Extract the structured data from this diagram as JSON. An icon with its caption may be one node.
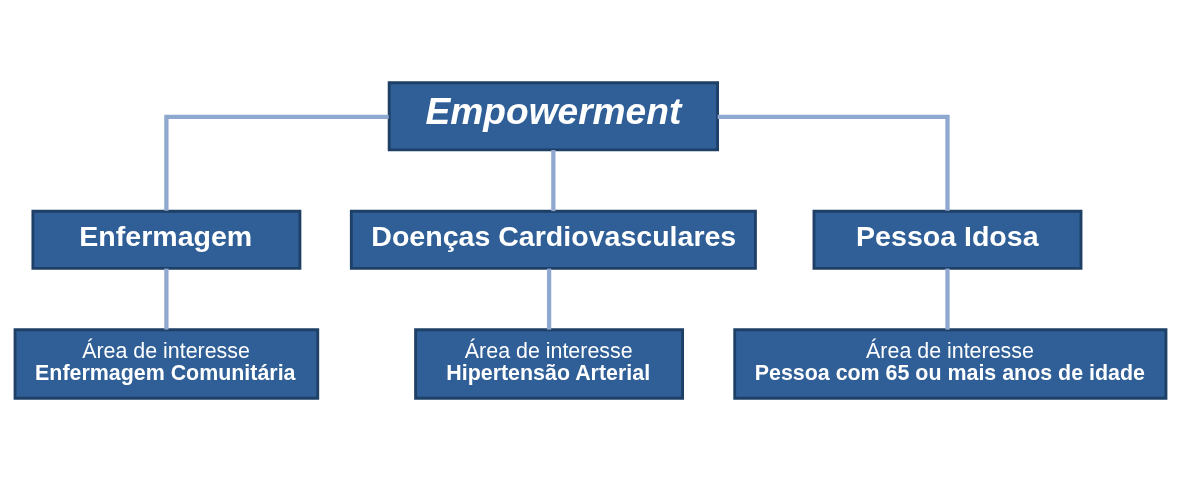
{
  "diagram": {
    "nodes": [
      {
        "text": [
          "Empowerment"
        ]
      },
      {
        "text": [
          "Enfermagem"
        ]
      },
      {
        "text": [
          "Doenças Cardiovasculares"
        ]
      },
      {
        "text": [
          "Pessoa Idosa"
        ]
      },
      {
        "text": [
          "Área de interesse",
          "Enfermagem Comunitária"
        ]
      },
      {
        "text": [
          "Área de interesse",
          "Hipertensão Arterial"
        ]
      },
      {
        "text": [
          "Área de interesse",
          "Pessoa com 65 ou mais anos de idade"
        ]
      }
    ],
    "edges": [
      {
        "from": 0,
        "to": 1,
        "arrow": "none"
      },
      {
        "from": 0,
        "to": 2,
        "arrow": "none"
      },
      {
        "from": 0,
        "to": 3,
        "arrow": "none"
      },
      {
        "from": 1,
        "to": 4,
        "arrow": "none"
      },
      {
        "from": 2,
        "to": 5,
        "arrow": "none"
      },
      {
        "from": 3,
        "to": 6,
        "arrow": "none"
      }
    ]
  }
}
